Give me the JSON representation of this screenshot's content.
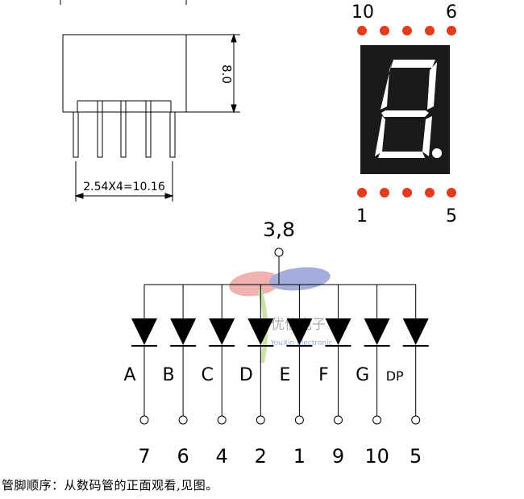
{
  "package": {
    "height_dim": "8.0",
    "pitch_dim": "2.54X4=10.16"
  },
  "display": {
    "top_left_pin": "10",
    "top_right_pin": "6",
    "bottom_left_pin": "1",
    "bottom_right_pin": "5",
    "body_color": "#1a1a1a",
    "segment_color": "#ffffff",
    "pin_dot_color": "#e23b1e"
  },
  "schematic": {
    "common_label": "3,8",
    "segments": [
      {
        "label": "A",
        "pin": "7"
      },
      {
        "label": "B",
        "pin": "6"
      },
      {
        "label": "C",
        "pin": "4"
      },
      {
        "label": "D",
        "pin": "2"
      },
      {
        "label": "E",
        "pin": "1"
      },
      {
        "label": "F",
        "pin": "9"
      },
      {
        "label": "G",
        "pin": "10"
      },
      {
        "label": "DP",
        "pin": "5"
      }
    ]
  },
  "watermark": {
    "brand": "优信电子",
    "brand_en": "YouXin Electronic"
  },
  "caption": "管脚顺序：从数码管的正面观看,见图。"
}
